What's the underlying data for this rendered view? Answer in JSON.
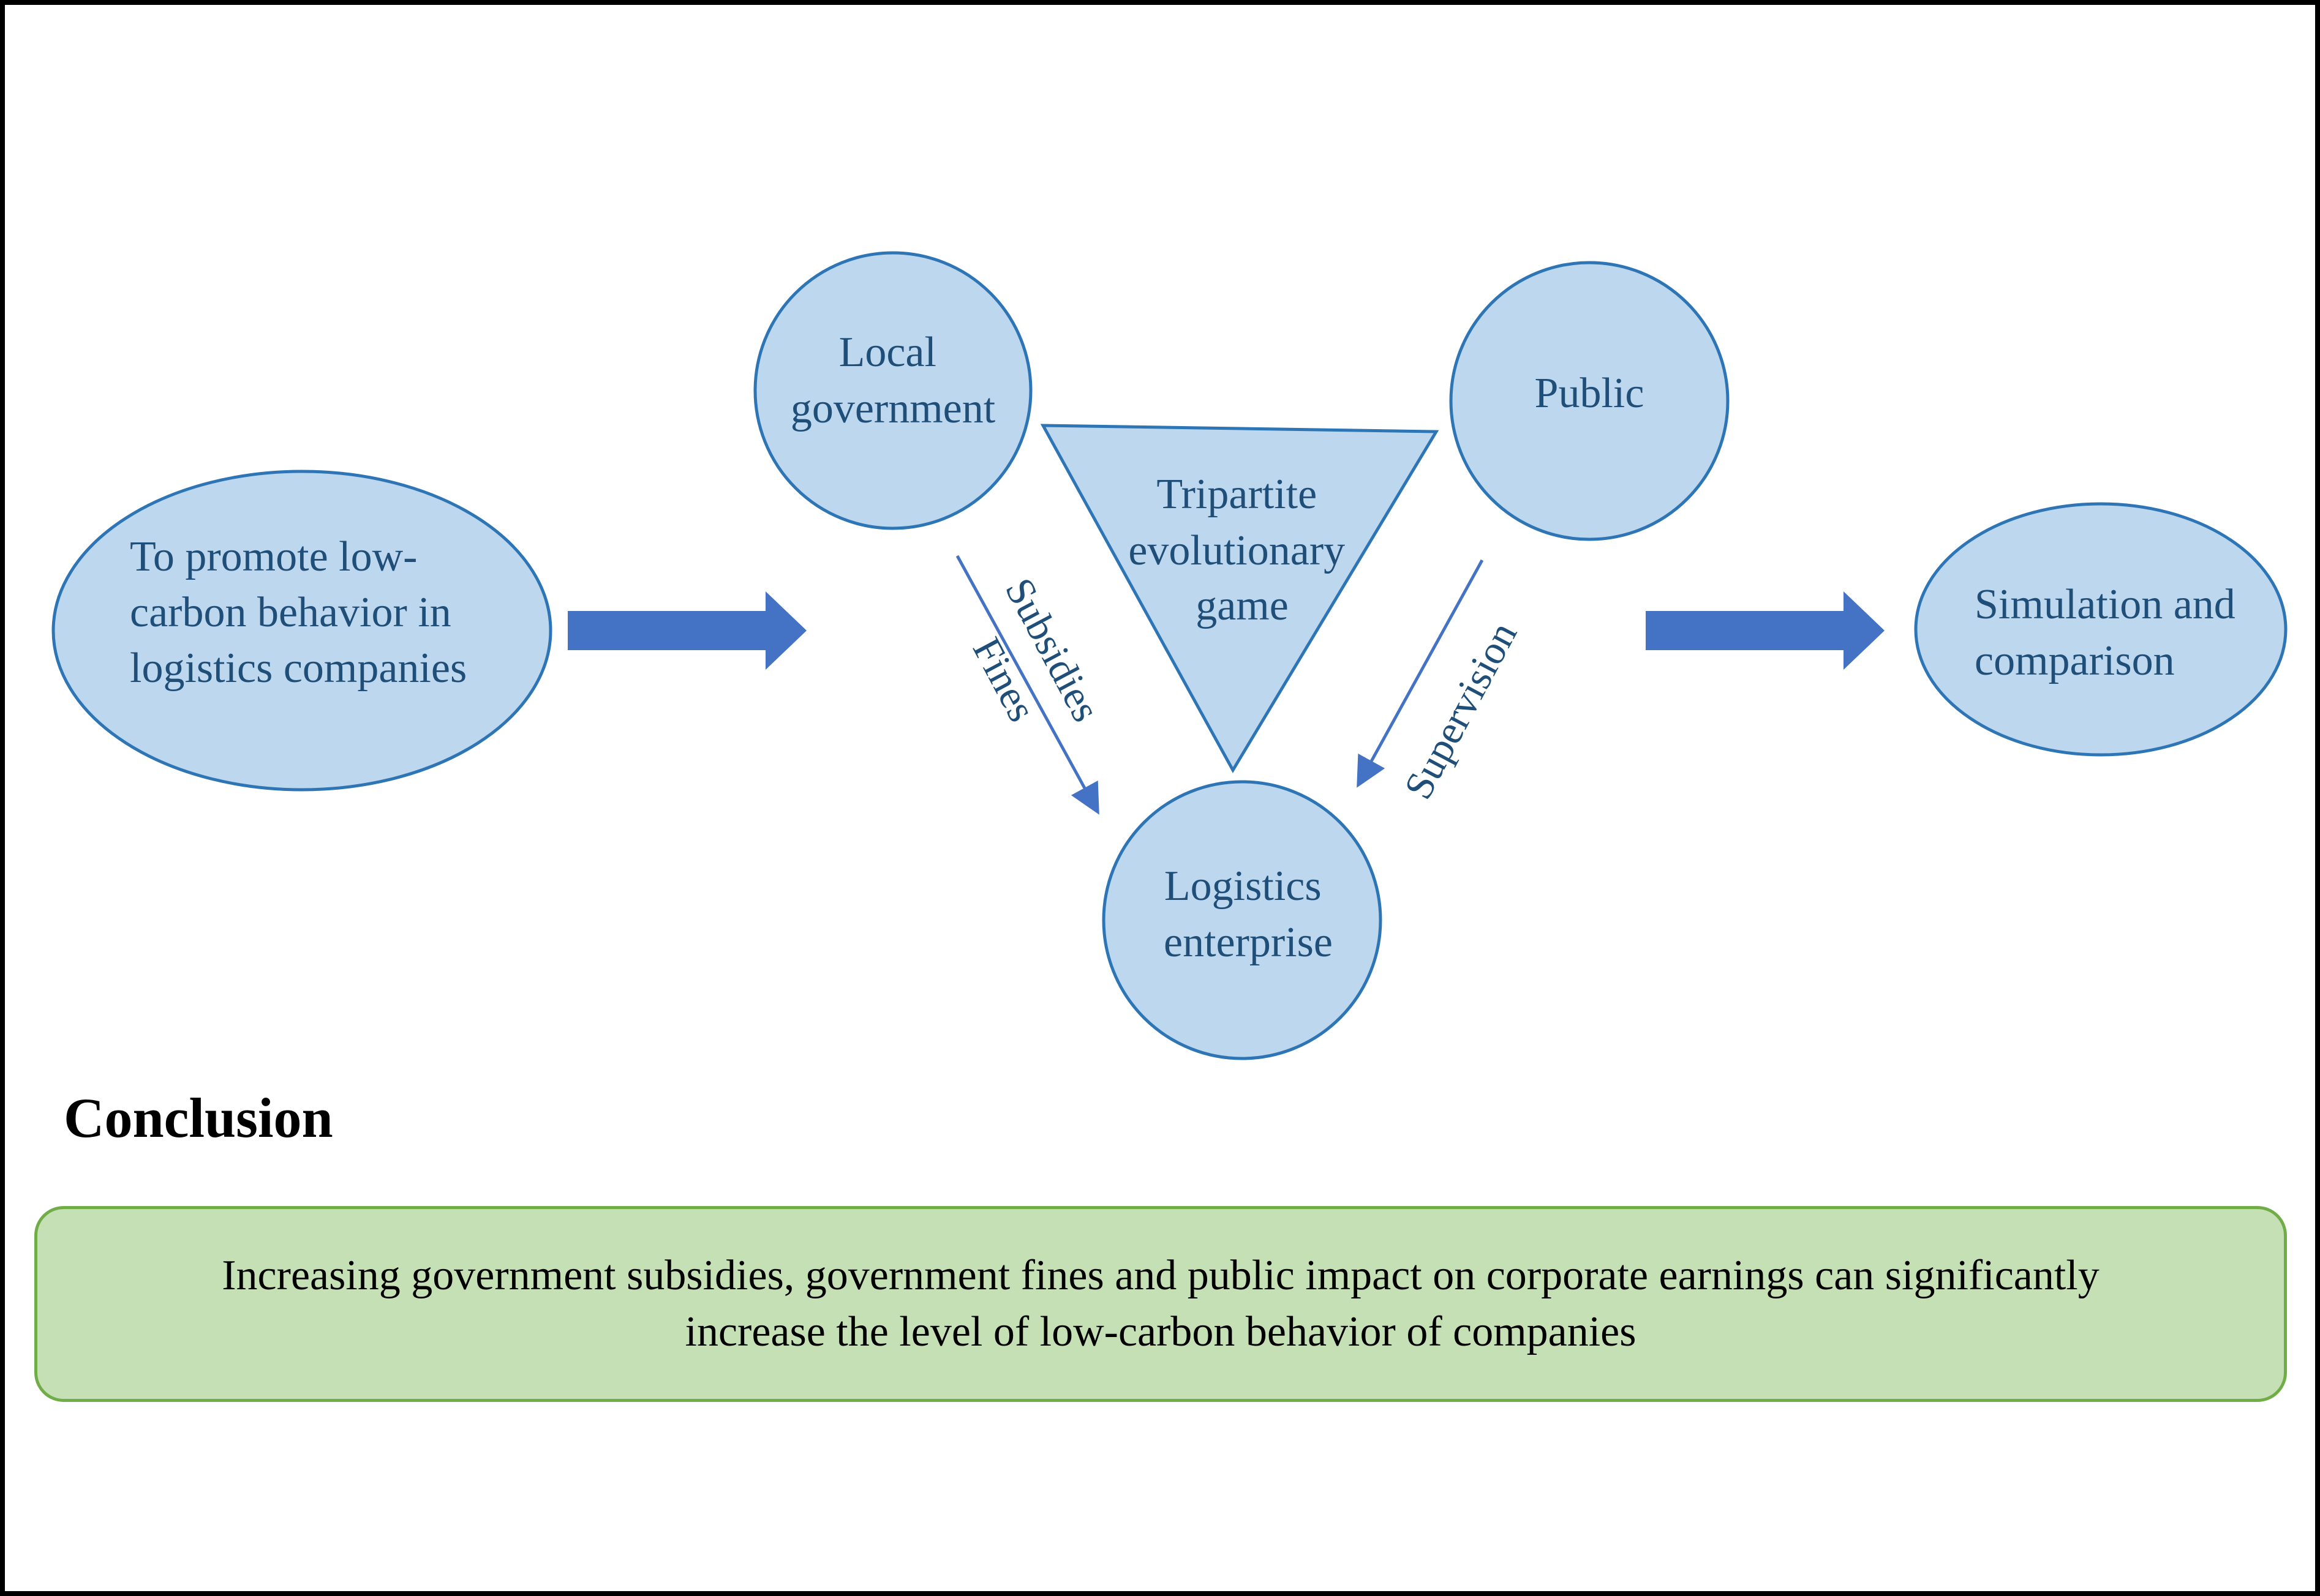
{
  "colors": {
    "node_fill": "#bdd7ee",
    "node_stroke": "#2e75b6",
    "node_text": "#1f4e79",
    "arrow_fill": "#4472c4",
    "conclusion_fill": "#c5e0b4",
    "conclusion_stroke": "#70ad47"
  },
  "nodes": {
    "goal": {
      "lines": [
        "To promote low-",
        "carbon behavior in",
        "logistics companies"
      ]
    },
    "government": {
      "lines": [
        "Local",
        "government"
      ]
    },
    "public": {
      "lines": [
        "Public"
      ]
    },
    "game": {
      "lines": [
        "Tripartite",
        "evolutionary",
        "game"
      ]
    },
    "enterprise": {
      "lines": [
        "Logistics",
        "enterprise"
      ]
    },
    "simulation": {
      "lines": [
        "Simulation and",
        "comparison"
      ]
    }
  },
  "relations": {
    "subsidies": "Subsidies",
    "fines": "Fines",
    "supervision": "Supervision"
  },
  "conclusion": {
    "heading": "Conclusion",
    "lines": [
      "Increasing government subsidies, government fines and public impact on corporate earnings can significantly",
      "increase the level of low-carbon behavior of companies"
    ]
  }
}
